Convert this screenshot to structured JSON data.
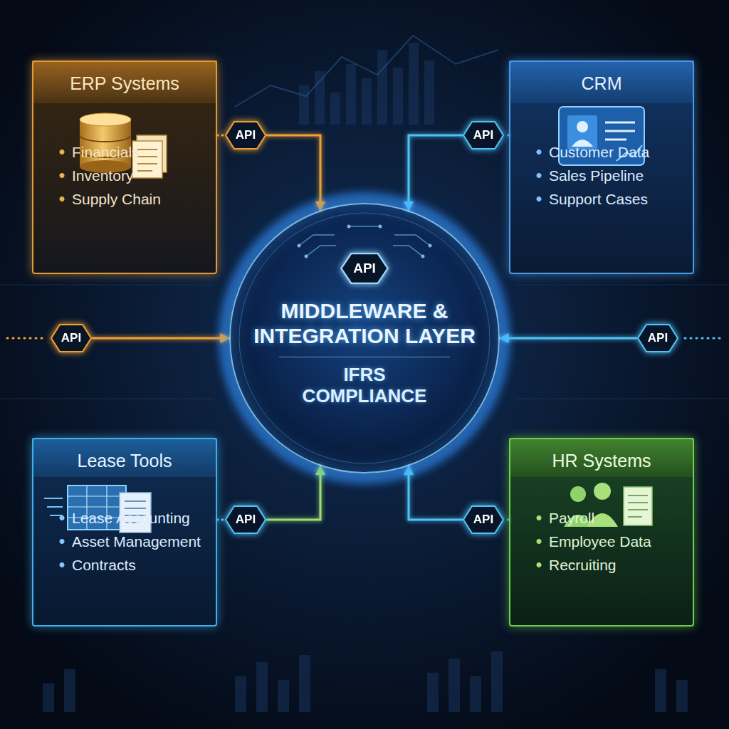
{
  "diagram": {
    "nodes": [
      {
        "text": [
          "ERP Systems",
          "Financials",
          "Inventory",
          "Supply Chain"
        ]
      },
      {
        "text": [
          "API"
        ]
      },
      {
        "text": [
          "API"
        ]
      },
      {
        "text": [
          "CRM",
          "Customer Data",
          "Sales Pipeline",
          "Support Cases"
        ]
      },
      {
        "text": [
          "MIDDLEWARE & INTEGRATION LAYER",
          "IFRS COMPLIANCE"
        ]
      },
      {
        "text": [
          "API"
        ],
        "in": 4
      },
      {
        "text": [
          "API"
        ]
      },
      {
        "text": [
          "API"
        ]
      },
      {
        "text": [
          "Lease Tools",
          "Lease Accounting",
          "Asset Management",
          "Contracts"
        ]
      },
      {
        "text": [
          "API"
        ]
      },
      {
        "text": [
          "API"
        ]
      },
      {
        "text": [
          "HR Systems",
          "Payroll",
          "Employee Data",
          "Recruiting"
        ]
      }
    ],
    "edges": [
      {
        "from": 0,
        "to": 1,
        "arrow": "none"
      },
      {
        "from": 1,
        "to": 4,
        "arrow": "to"
      },
      {
        "from": 3,
        "to": 2,
        "arrow": "none"
      },
      {
        "from": 2,
        "to": 4,
        "arrow": "to"
      },
      {
        "from": 6,
        "to": 4,
        "arrow": "to"
      },
      {
        "from": 7,
        "to": 4,
        "arrow": "to"
      },
      {
        "from": 8,
        "to": 9,
        "arrow": "none"
      },
      {
        "from": 9,
        "to": 4,
        "arrow": "to"
      },
      {
        "from": 11,
        "to": 10,
        "arrow": "none"
      },
      {
        "from": 10,
        "to": 4,
        "arrow": "to"
      }
    ]
  }
}
